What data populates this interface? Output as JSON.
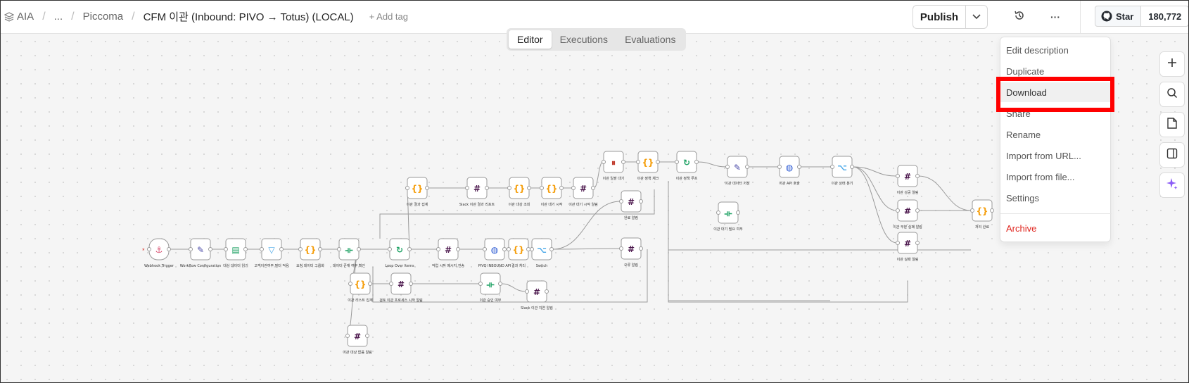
{
  "breadcrumb": {
    "project": "AIA",
    "ellipsis": "...",
    "folder": "Piccoma",
    "workflow_title": "CFM 이관 (Inbound: PIVO → Totus) (LOCAL)",
    "add_tag": "+ Add tag"
  },
  "header": {
    "publish_label": "Publish",
    "more_label": "···",
    "github": {
      "star_label": "Star",
      "star_count": "180,772"
    }
  },
  "tabs": [
    "Editor",
    "Executions",
    "Evaluations"
  ],
  "active_tab": "Editor",
  "menu": {
    "items": [
      {
        "label": "Edit description"
      },
      {
        "label": "Duplicate"
      },
      {
        "label": "Download"
      },
      {
        "label": "Share"
      },
      {
        "label": "Rename"
      },
      {
        "label": "Import from URL..."
      },
      {
        "label": "Import from file..."
      },
      {
        "label": "Settings"
      },
      {
        "label": "Archive"
      }
    ],
    "highlighted": "Download"
  },
  "canvas": {
    "nodes": [
      {
        "label": "Webhook Trigger",
        "icon": "webhook-icon",
        "color": "#d94f70"
      },
      {
        "label": "Workflow Configuration",
        "icon": "pencil-icon",
        "color": "#4a4aa8"
      },
      {
        "label": "대상 데이터 읽기",
        "icon": "sheets-icon",
        "color": "#21a366"
      },
      {
        "label": "고객이관여부 필터 적용",
        "icon": "filter-icon",
        "color": "#4aa8e8"
      },
      {
        "label": "요청 데이터 그룹화",
        "icon": "code-icon",
        "color": "#f59e0b"
      },
      {
        "label": "데이터 존재 여부 확인",
        "icon": "if-icon",
        "color": "#21a366"
      },
      {
        "label": "Loop Over Items",
        "icon": "loop-icon",
        "color": "#21a366"
      },
      {
        "label": "이관 결과 집계",
        "icon": "code-icon",
        "color": "#f59e0b"
      },
      {
        "label": "Slack 이관 결과 리포트",
        "icon": "slack-icon",
        "color": "#4a154b"
      },
      {
        "label": "이관 대상 조회",
        "icon": "code-icon",
        "color": "#f59e0b"
      },
      {
        "label": "이관 대기 시작",
        "icon": "code-icon",
        "color": "#f59e0b"
      },
      {
        "label": "이관 대기 시작 알림",
        "icon": "slack-icon",
        "color": "#4a154b"
      },
      {
        "label": "이관 일괄 대기",
        "icon": "pause-icon",
        "color": "#c0392b"
      },
      {
        "label": "이관 정책 체크",
        "icon": "code-icon",
        "color": "#f59e0b"
      },
      {
        "label": "이관 정책 루프",
        "icon": "loop-icon",
        "color": "#21a366"
      },
      {
        "label": "이관 데이터 저장",
        "icon": "pencil-icon",
        "color": "#4a4aa8"
      },
      {
        "label": "이관 API 호출",
        "icon": "globe-icon",
        "color": "#2d5bd3"
      },
      {
        "label": "이관 상태 분기",
        "icon": "switch-icon",
        "color": "#4aa8e8"
      },
      {
        "label": "이관 성공 알림",
        "icon": "slack-icon",
        "color": "#4a154b"
      },
      {
        "label": "이관 부분 실패 알림",
        "icon": "slack-icon",
        "color": "#4a154b"
      },
      {
        "label": "이관 실패 알림",
        "icon": "slack-icon",
        "color": "#4a154b"
      },
      {
        "label": "처리 완료",
        "icon": "code-icon",
        "color": "#f59e0b"
      },
      {
        "label": "이관 대기 필요 여부",
        "icon": "if-icon",
        "color": "#21a366"
      },
      {
        "label": "작업 시작 메시지 전송",
        "icon": "slack-icon",
        "color": "#4a154b"
      },
      {
        "label": "PIVO INBOUND API",
        "icon": "globe-icon",
        "color": "#2d5bd3"
      },
      {
        "label": "결과 처리",
        "icon": "code-icon",
        "color": "#f59e0b"
      },
      {
        "label": "Switch",
        "icon": "switch-icon",
        "color": "#4aa8e8"
      },
      {
        "label": "완료 알림",
        "icon": "slack-icon",
        "color": "#4a154b"
      },
      {
        "label": "오류 알림",
        "icon": "slack-icon",
        "color": "#4a154b"
      },
      {
        "label": "이관 리스트 집계",
        "icon": "code-icon",
        "color": "#f59e0b"
      },
      {
        "label": "검토 이관 프로세스 시작 알림",
        "icon": "slack-icon",
        "color": "#4a154b"
      },
      {
        "label": "이관 승인 여부",
        "icon": "if-icon",
        "color": "#21a366"
      },
      {
        "label": "Slack 이관 지연 알림",
        "icon": "slack-icon",
        "color": "#4a154b"
      },
      {
        "label": "이관 대상 없음 알림",
        "icon": "slack-icon",
        "color": "#4a154b"
      }
    ]
  }
}
